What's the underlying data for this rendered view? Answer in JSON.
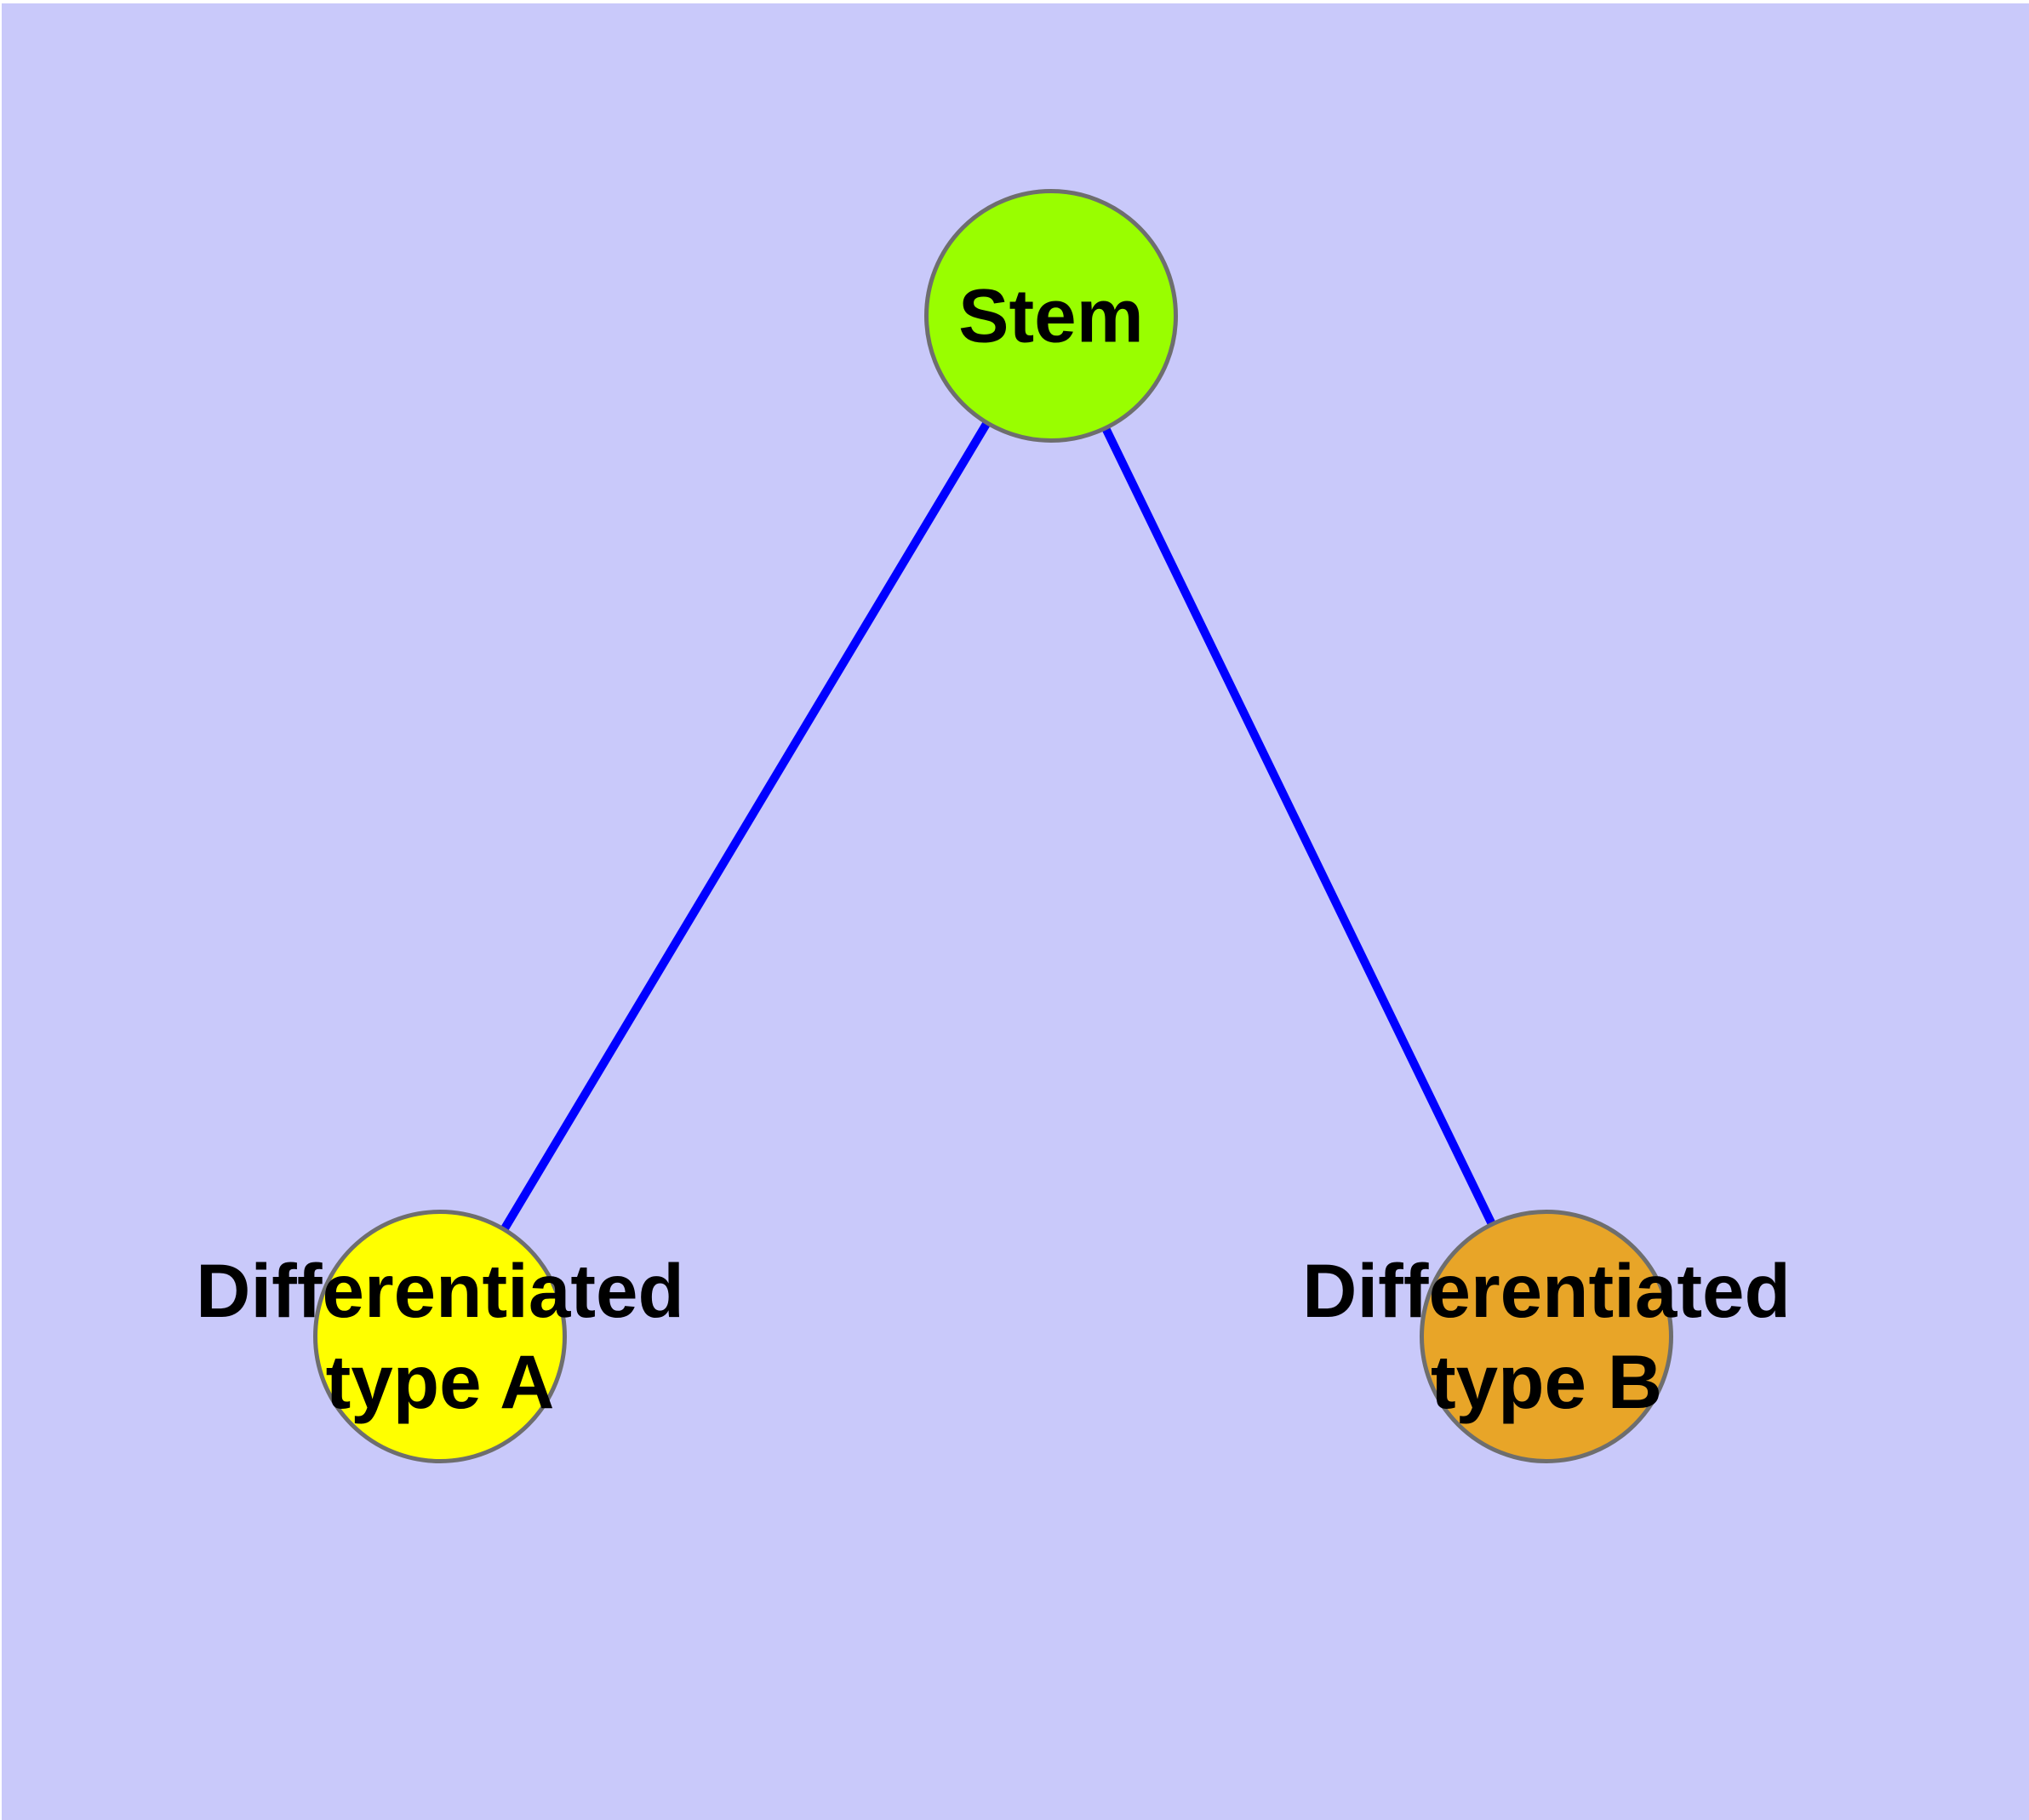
{
  "diagram": {
    "background_color": "#C9C9FA",
    "node_border_color": "#6E6E6E",
    "edge_color": "#0000FF",
    "label_color": "#000000",
    "nodes": [
      {
        "id": "stem",
        "label": "Stem",
        "fill": "#99FE00"
      },
      {
        "id": "type-a",
        "label": "Differentiated\ntype A",
        "fill": "#FFFF00"
      },
      {
        "id": "type-b",
        "label": "Differentiated\ntype B",
        "fill": "#E8A528"
      }
    ],
    "edges": [
      {
        "from": "stem",
        "to": "type-a"
      },
      {
        "from": "stem",
        "to": "type-b"
      }
    ]
  }
}
